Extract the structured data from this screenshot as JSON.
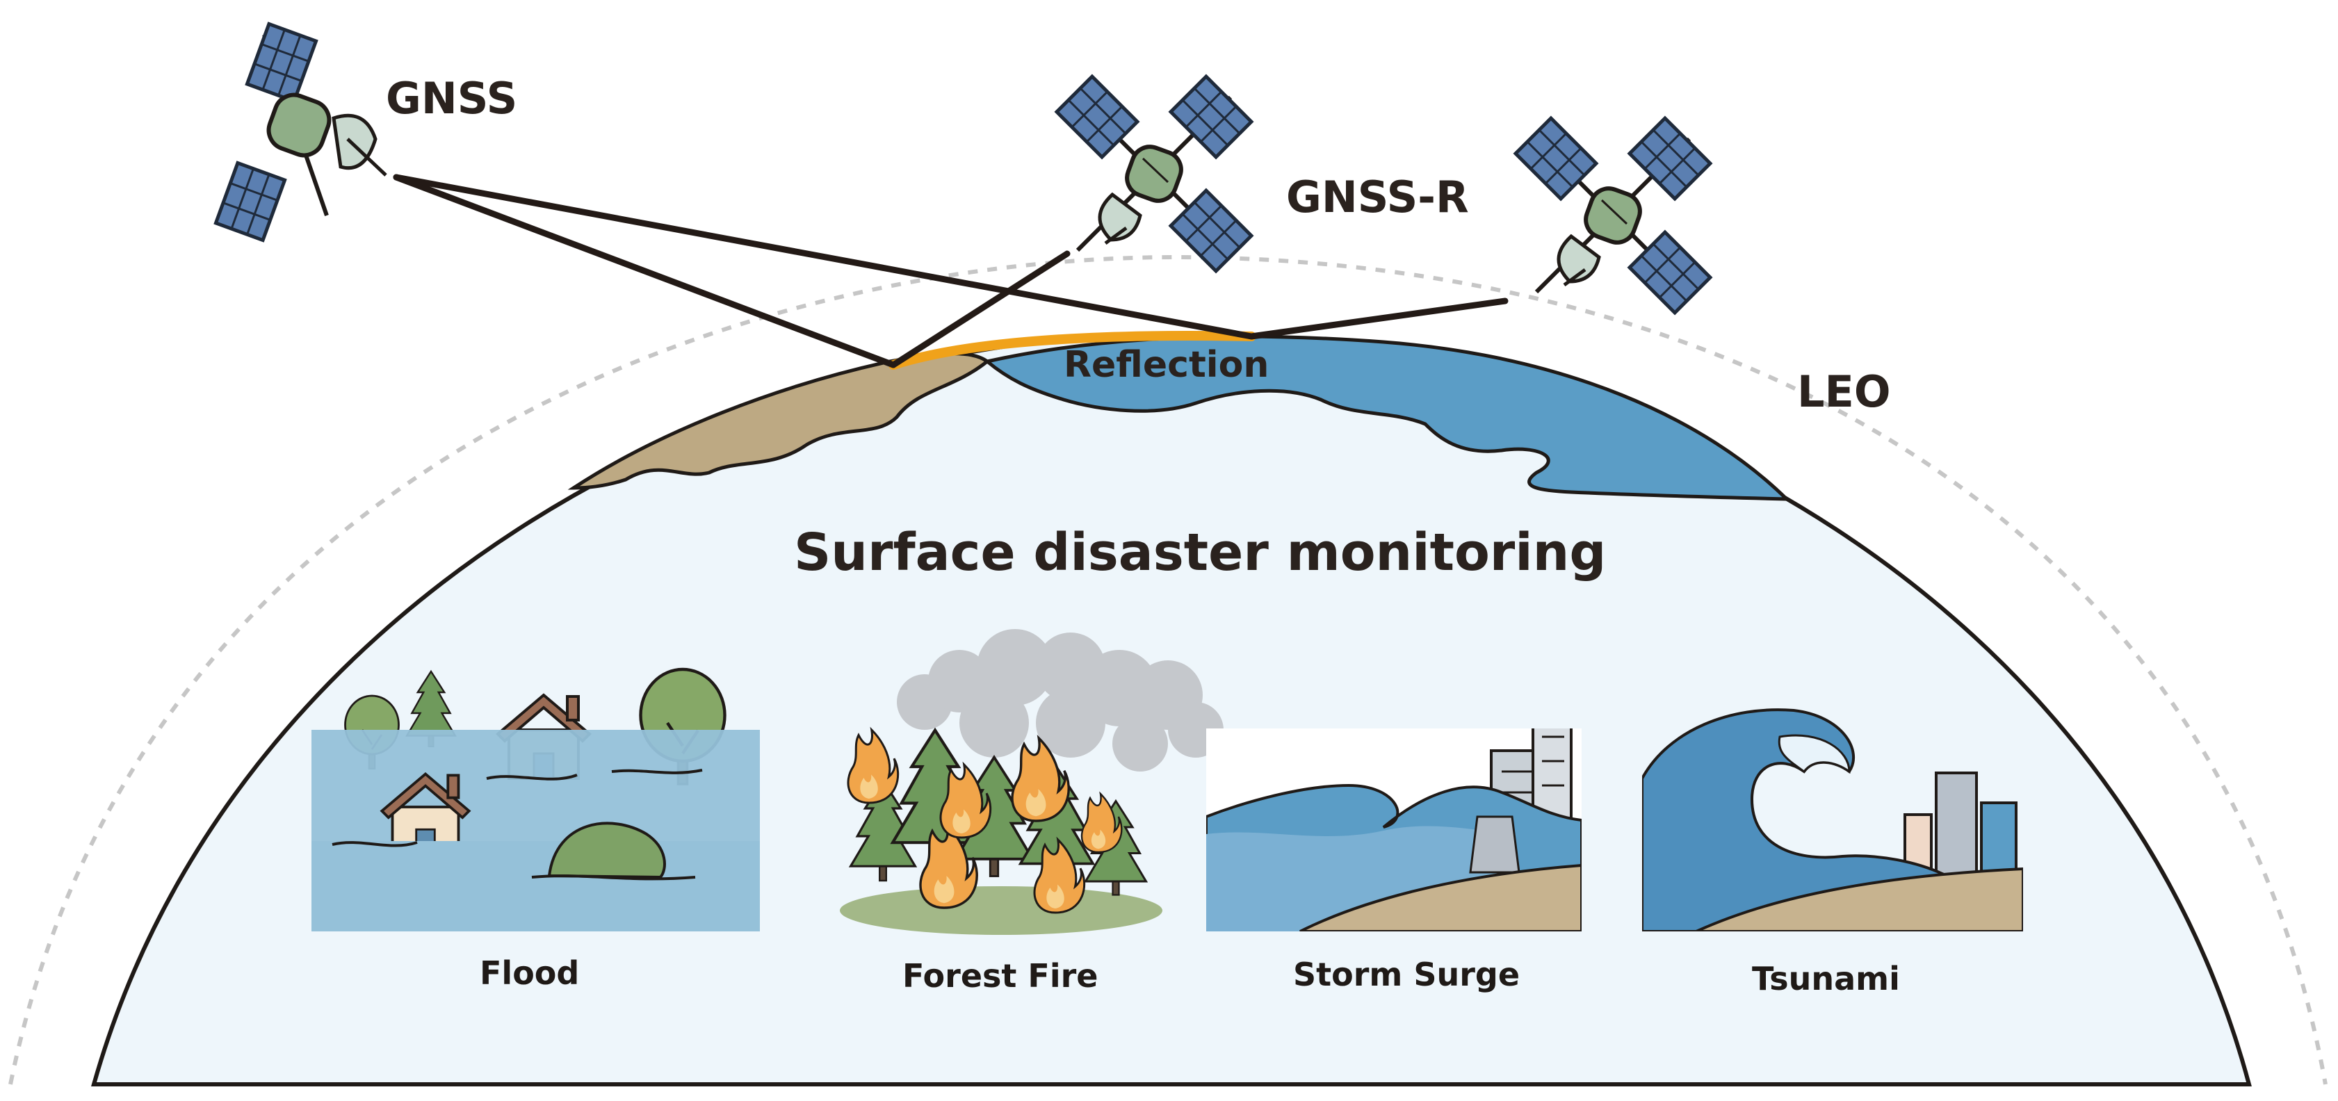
{
  "labels": {
    "gnss": "GNSS",
    "gnss_r": "GNSS-R",
    "leo": "LEO",
    "reflection": "Reflection",
    "title": "Surface disaster monitoring"
  },
  "scenes": [
    {
      "id": "flood",
      "caption": "Flood"
    },
    {
      "id": "forest-fire",
      "caption": "Forest Fire"
    },
    {
      "id": "storm-surge",
      "caption": "Storm Surge"
    },
    {
      "id": "tsunami",
      "caption": "Tsunami"
    }
  ],
  "colors": {
    "earth_fill": "#eef6fb",
    "ocean": "#5b9dc6",
    "land": "#bda983",
    "reflection_arc": "#f0a21a",
    "signal_line": "#231a16",
    "orbit": "#c6c6c6",
    "panel_blue": "#5b7fb1",
    "body_green": "#8fae87"
  },
  "icons": [
    "gnss-satellite-icon",
    "gnss-r-satellite-icon",
    "leo-satellite-icon",
    "house-icon",
    "tree-icon",
    "fire-icon",
    "smoke-icon",
    "wave-icon",
    "building-icon"
  ]
}
